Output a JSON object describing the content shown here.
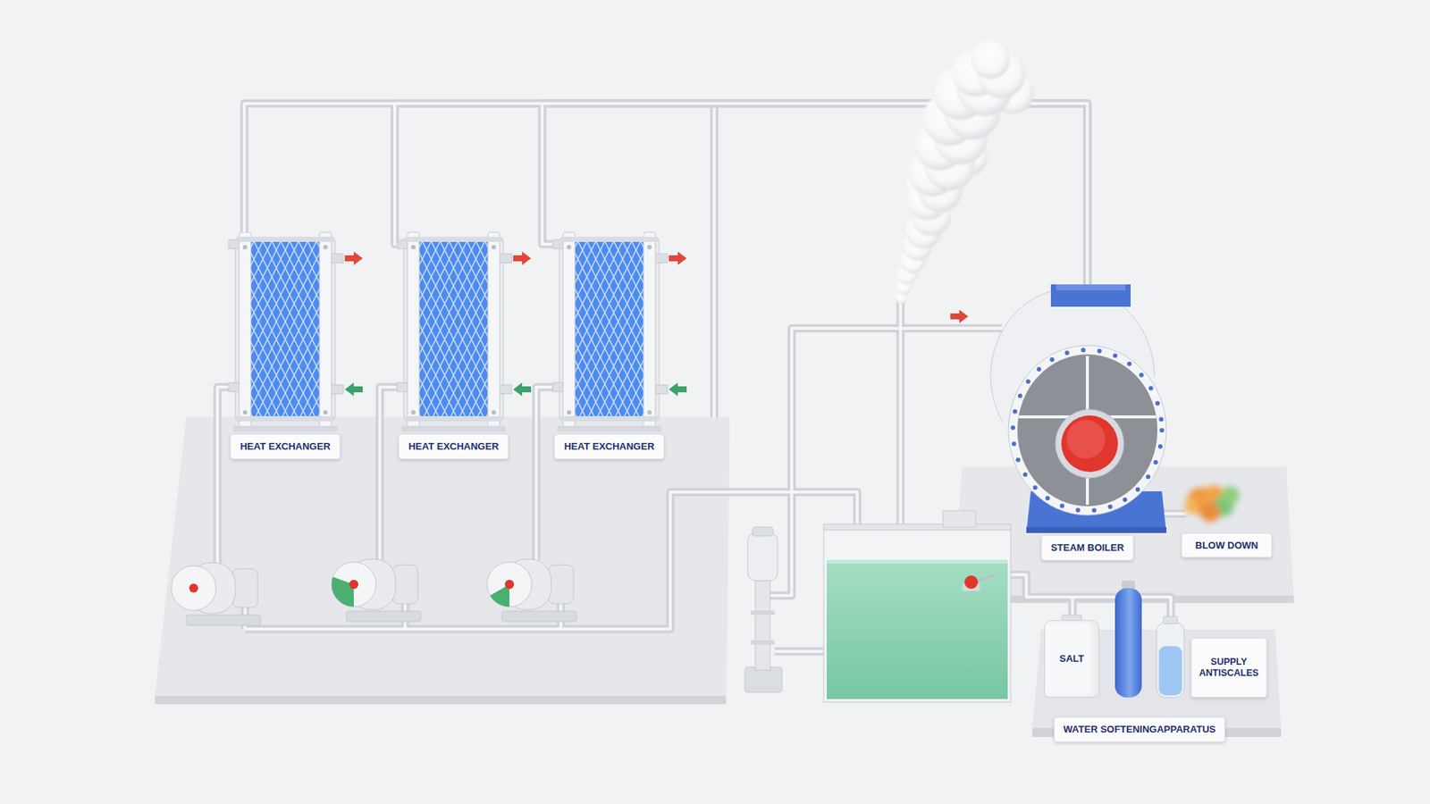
{
  "diagram": {
    "nodes": [
      {
        "text": [
          "HEAT EXCHANGER"
        ]
      },
      {
        "text": [
          "HEAT EXCHANGER"
        ]
      },
      {
        "text": [
          "HEAT EXCHANGER"
        ]
      },
      {
        "text": [
          "STEAM BOILER"
        ]
      },
      {
        "text": [
          "BLOW DOWN"
        ]
      },
      {
        "text": [
          "WATER SOFTENINGAPPARATUS"
        ]
      },
      {
        "text": [
          "SALT"
        ],
        "in": 5
      },
      {
        "text": [
          "SUPPLY ANTISCALES"
        ],
        "in": 5
      }
    ],
    "edges": [
      {
        "from": 3,
        "to": 0,
        "arrow": "none"
      },
      {
        "from": 3,
        "to": 1,
        "arrow": "none"
      },
      {
        "from": 3,
        "to": 2,
        "arrow": "none"
      }
    ]
  }
}
